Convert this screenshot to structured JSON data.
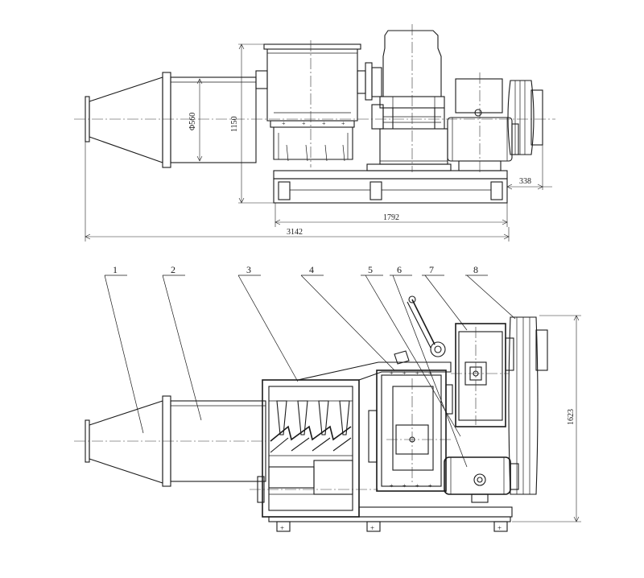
{
  "dimensions": {
    "diameter": "Φ560",
    "height": "1150",
    "motor_offset": "338",
    "base_length": "1792",
    "overall_length": "3142",
    "front_height": "1623"
  },
  "balloons": [
    "1",
    "2",
    "3",
    "4",
    "5",
    "6",
    "7",
    "8"
  ],
  "colors": {
    "line": "#1a1a1a",
    "background": "#ffffff"
  }
}
